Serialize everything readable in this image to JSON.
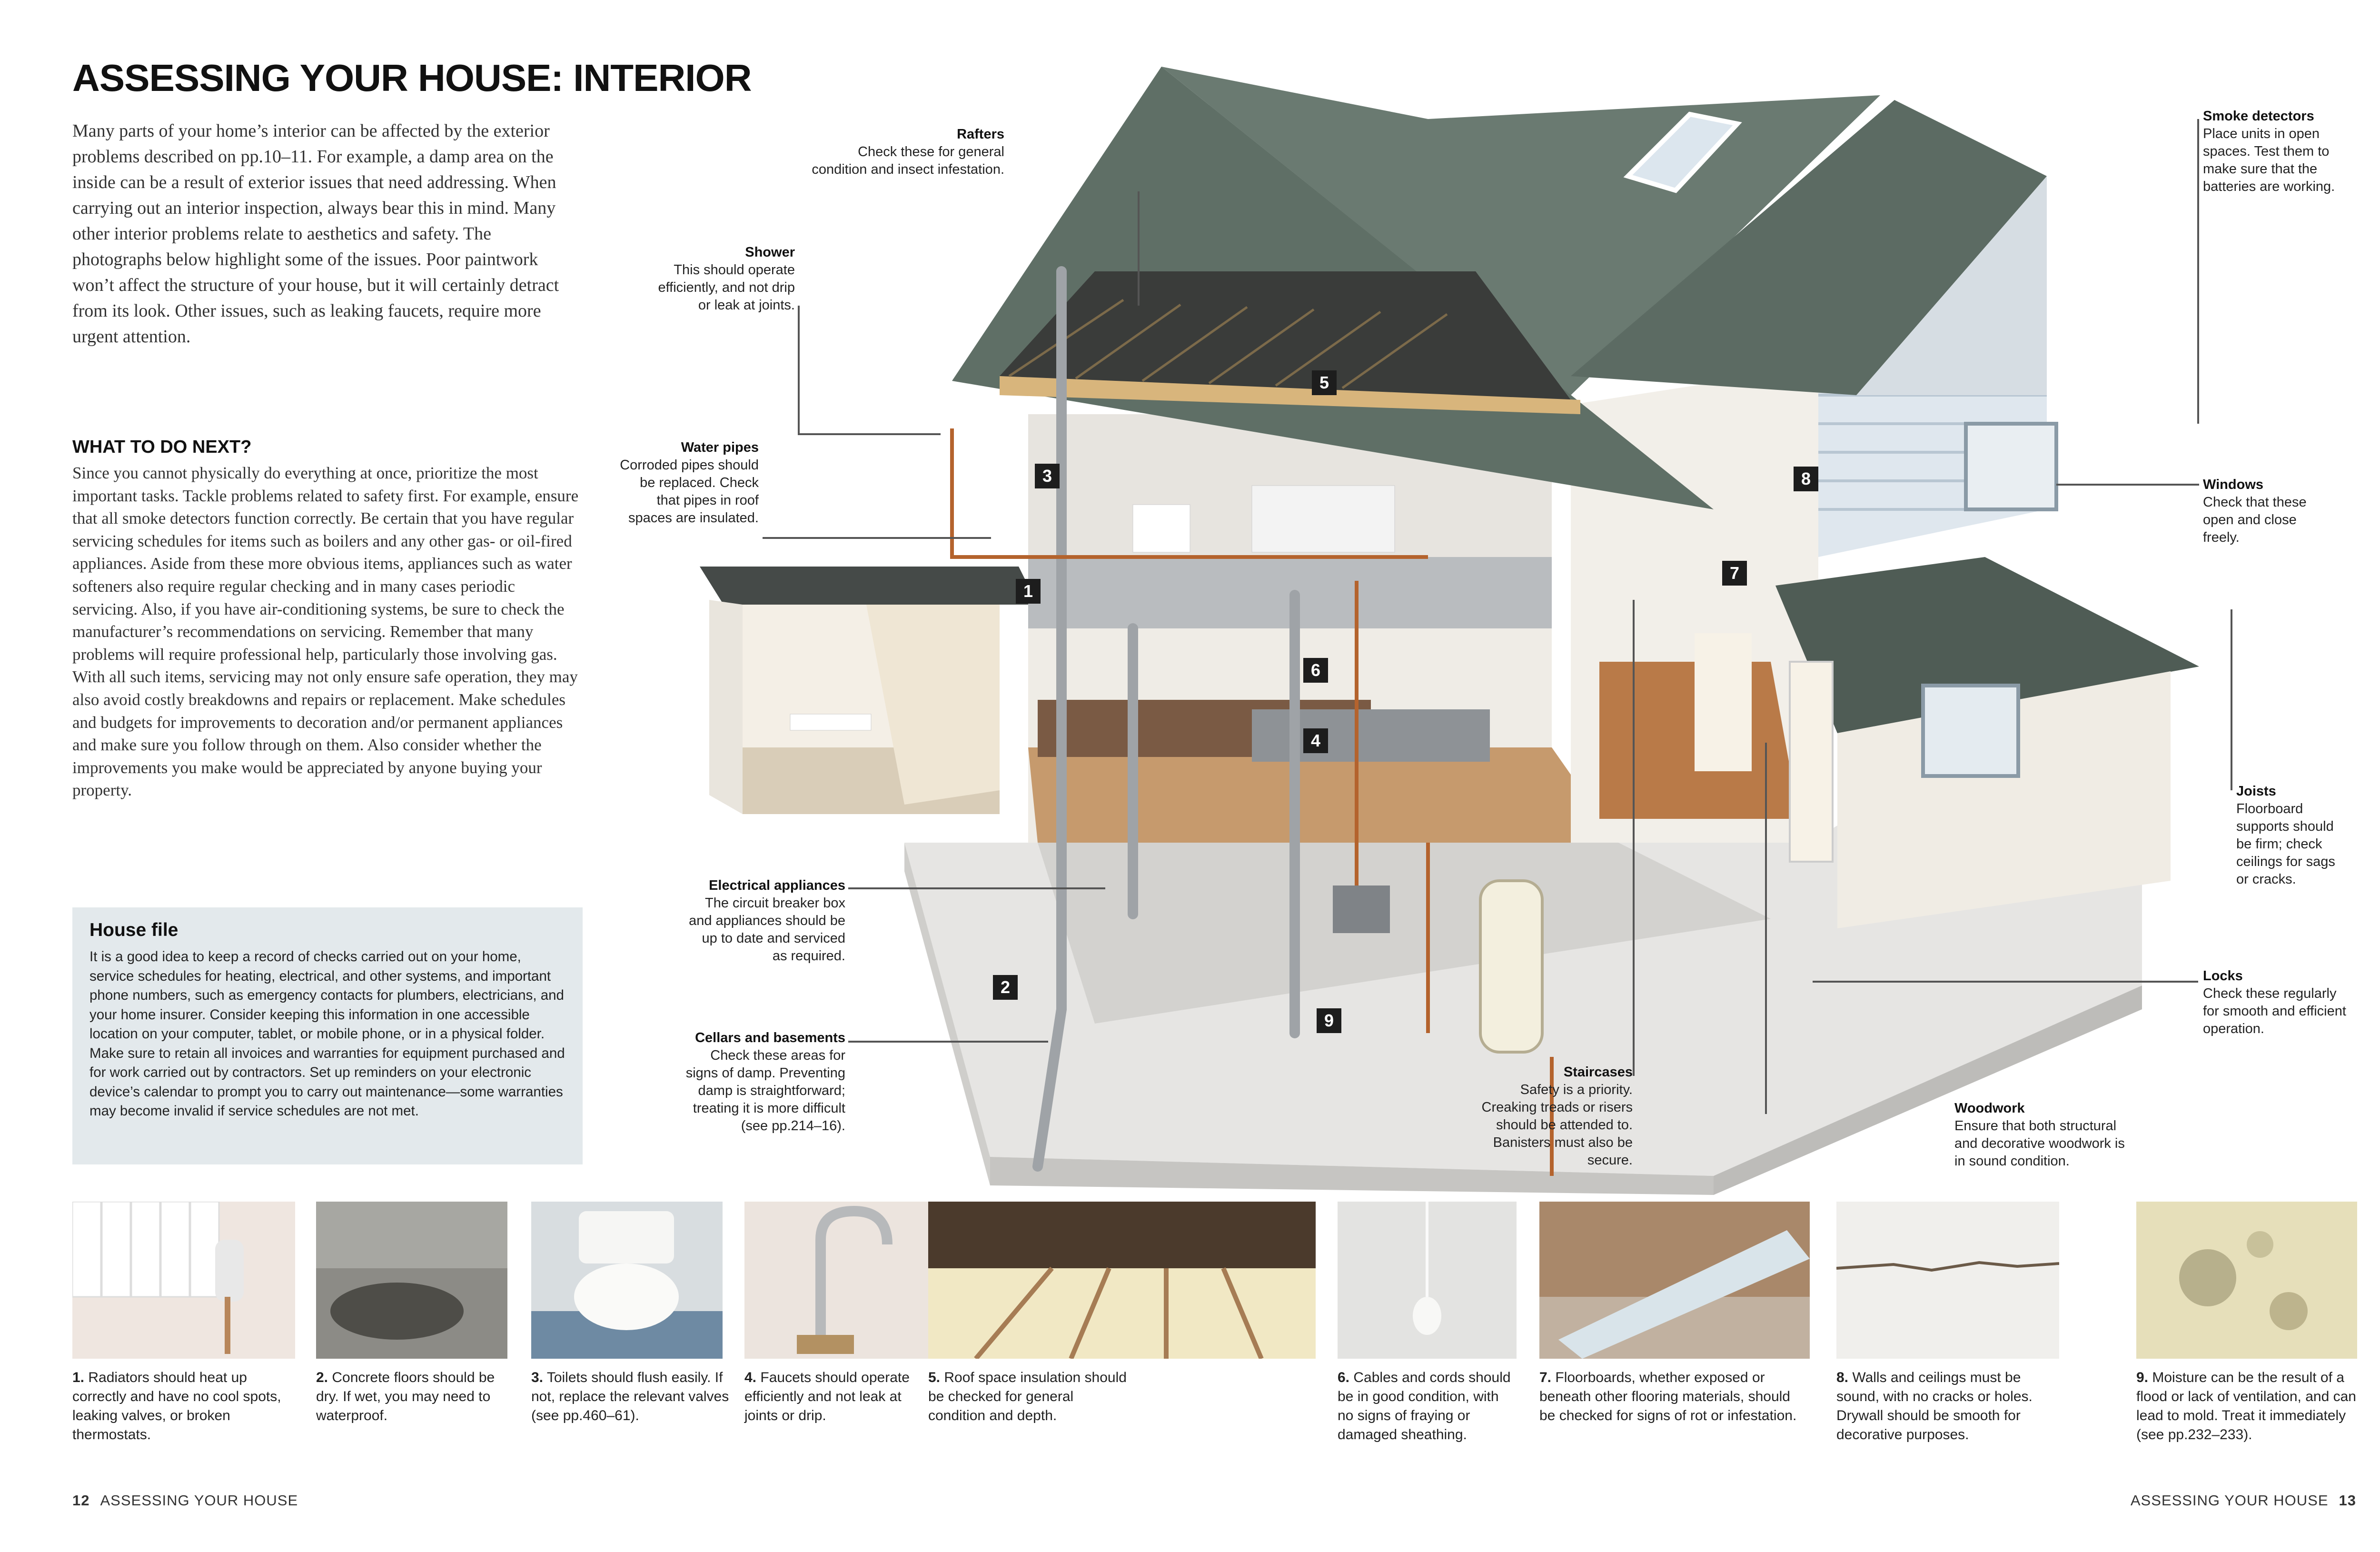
{
  "page": {
    "title": "ASSESSING YOUR HOUSE: INTERIOR",
    "intro": "Many parts of your home’s interior can be affected by the exterior problems described on pp.10–11. For example, a damp area on the inside can be a result of exterior issues that need addressing. When carrying out an interior inspection, always bear this in mind. Many other interior problems relate to aesthetics and safety. The photographs below highlight some of the issues. Poor paintwork won’t affect the structure of your house, but it will certainly detract from its look. Other issues, such as leaking faucets, require more urgent attention.",
    "next_title": "WHAT TO DO NEXT?",
    "next_body": "Since you cannot physically do everything at once, prioritize the most important tasks. Tackle problems related to safety first. For example, ensure that all smoke detectors function correctly. Be certain that you have regular servicing schedules for items such as boilers and any other gas- or oil-fired appliances. Aside from these more obvious items, appliances such as water softeners also require regular checking and in many cases periodic servicing. Also, if you have air-conditioning systems, be sure to check the manufacturer’s recommendations on servicing. Remember that many problems will require professional help, particularly those involving gas. With all such items, servicing may not only ensure safe operation, they may also avoid costly breakdowns and repairs or replacement. Make schedules and budgets for improvements to decoration and/or permanent appliances and make sure you follow through on them. Also consider whether the improvements you make would be appreciated by anyone buying your property."
  },
  "house_file": {
    "title": "House file",
    "body": "It is a good idea to keep a record of checks carried out on your home, service schedules for heating, electrical, and other systems, and important phone numbers, such as emergency contacts for plumbers, electricians, and your home insurer. Consider keeping this information in one accessible location on your computer, tablet, or mobile phone, or in a physical folder. Make sure to retain all invoices and warranties for equipment purchased and for work carried out by contractors. Set up reminders on your electronic device’s calendar to prompt you to carry out maintenance—some warranties may become invalid if service schedules are not met."
  },
  "callouts": {
    "rafters": {
      "title": "Rafters",
      "text": "Check these for general condition and insect infestation."
    },
    "shower": {
      "title": "Shower",
      "text": "This should operate efficiently, and not drip or leak at joints."
    },
    "water_pipes": {
      "title": "Water pipes",
      "text": "Corroded pipes should be replaced. Check that pipes in roof spaces are insulated."
    },
    "electrical": {
      "title": "Electrical appliances",
      "text": "The circuit breaker box and appliances should be up to date and serviced as required."
    },
    "cellars": {
      "title": "Cellars and basements",
      "text": "Check these areas for signs of damp. Preventing damp is straightforward; treating it is more difficult (see pp.214–16)."
    },
    "staircases": {
      "title": "Staircases",
      "text": "Safety is a priority. Creaking treads or risers should be attended to. Banisters must also be secure."
    },
    "woodwork": {
      "title": "Woodwork",
      "text": "Ensure that both structural and decorative woodwork is in sound condition."
    },
    "smoke": {
      "title": "Smoke detectors",
      "text": "Place units in open spaces. Test them to make sure that the batteries are working."
    },
    "windows": {
      "title": "Windows",
      "text": "Check that these open and close freely."
    },
    "joists": {
      "title": "Joists",
      "text": "Floorboard supports should be firm; check ceilings for sags or cracks."
    },
    "locks": {
      "title": "Locks",
      "text": "Check these regularly for smooth and efficient operation."
    }
  },
  "markers": [
    "1",
    "2",
    "3",
    "4",
    "5",
    "6",
    "7",
    "8",
    "9"
  ],
  "captions": [
    {
      "num": "1.",
      "text": "Radiators should heat up correctly and have no cool spots, leaking valves, or broken thermostats."
    },
    {
      "num": "2.",
      "text": "Concrete floors should be dry. If wet, you may need to waterproof."
    },
    {
      "num": "3.",
      "text": "Toilets should flush easily. If not, replace the relevant valves (see pp.460–61)."
    },
    {
      "num": "4.",
      "text": "Faucets should operate efficiently and not leak at joints or drip."
    },
    {
      "num": "5.",
      "text": "Roof space insulation should be checked for general condition and depth."
    },
    {
      "num": "6.",
      "text": "Cables and cords should be in good condition, with no signs of fraying or damaged sheathing."
    },
    {
      "num": "7.",
      "text": "Floorboards, whether exposed or beneath other flooring materials, should be checked for signs of rot or infestation."
    },
    {
      "num": "8.",
      "text": "Walls and ceilings must be sound, with no cracks or holes. Drywall should be smooth for decorative purposes."
    },
    {
      "num": "9.",
      "text": "Moisture can be the result of a flood or lack of ventilation, and can lead to mold. Treat it immediately (see pp.232–233)."
    }
  ],
  "footer": {
    "left_num": "12",
    "left_label": "ASSESSING YOUR HOUSE",
    "right_label": "ASSESSING YOUR HOUSE",
    "right_num": "13"
  },
  "colors": {
    "roof": "#5f6f66",
    "wall": "#eceae6",
    "pipe": "#9fa3a7",
    "copper": "#b4632d",
    "box": "#e3e9ec"
  }
}
